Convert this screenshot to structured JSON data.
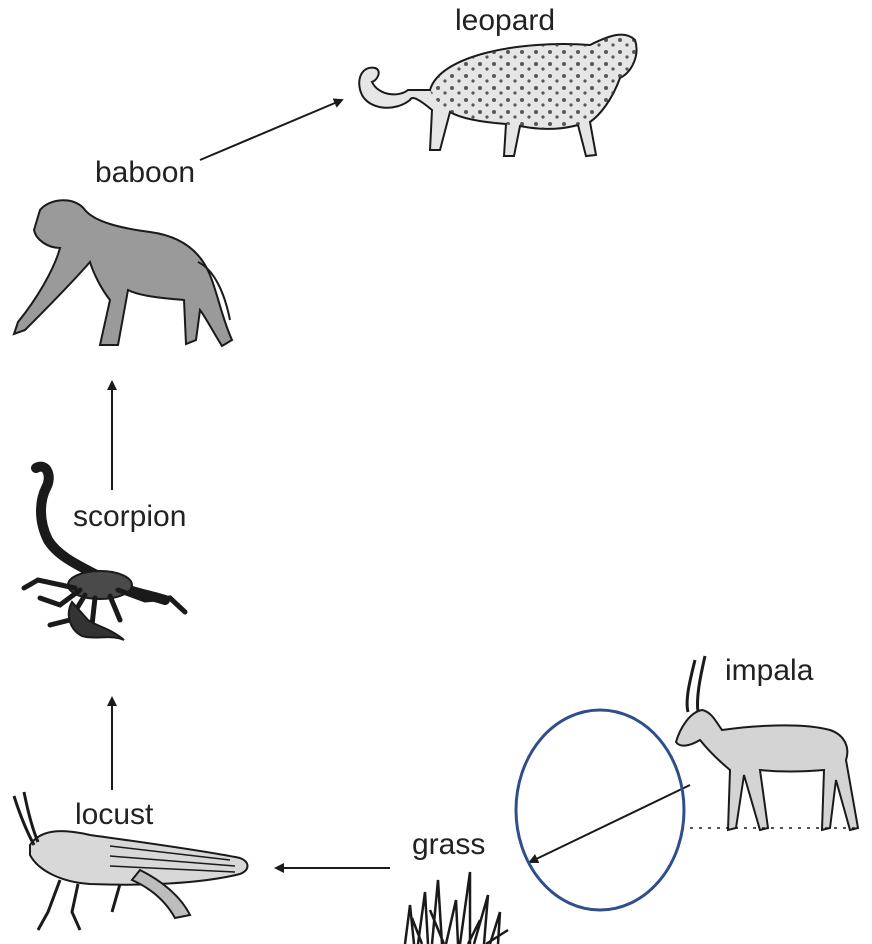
{
  "labels": {
    "leopard": "leopard",
    "baboon": "baboon",
    "scorpion": "scorpion",
    "locust": "locust",
    "grass": "grass",
    "impala": "impala"
  },
  "illustrations": [
    "leopard-illustration",
    "baboon-illustration",
    "scorpion-illustration",
    "locust-illustration",
    "grass-illustration",
    "impala-illustration"
  ],
  "arrows": [
    {
      "from": "baboon",
      "to": "leopard"
    },
    {
      "from": "scorpion",
      "to": "baboon"
    },
    {
      "from": "locust",
      "to": "scorpion"
    },
    {
      "from": "grass",
      "to": "locust"
    },
    {
      "from": "impala",
      "to": "grass"
    }
  ],
  "colors": {
    "line": "#1a1a1a",
    "animal_fill": "#9a9a9a",
    "leopard_fill": "#e6e6e6",
    "highlight_ellipse": "#2f4f8a"
  }
}
